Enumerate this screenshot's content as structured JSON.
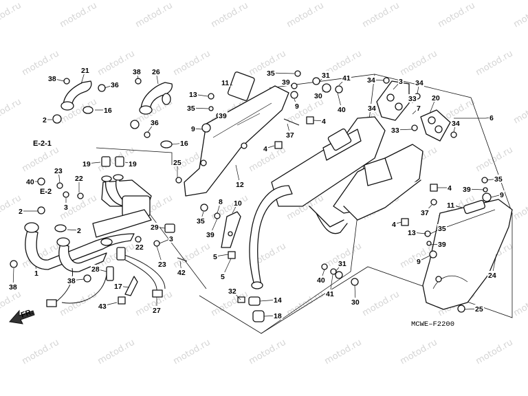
{
  "watermark": "motod.ru",
  "diagram_code": "MCWE–F2200",
  "front_label": "FR.",
  "refs": [
    "E-2-1",
    "E-2"
  ],
  "callouts": [
    {
      "id": "c-38a",
      "text": "38"
    },
    {
      "id": "c-21",
      "text": "21"
    },
    {
      "id": "c-36a",
      "text": "36"
    },
    {
      "id": "c-16a",
      "text": "16"
    },
    {
      "id": "c-2a",
      "text": "2"
    },
    {
      "id": "c-38b",
      "text": "38"
    },
    {
      "id": "c-26",
      "text": "26"
    },
    {
      "id": "c-36b",
      "text": "36"
    },
    {
      "id": "c-16b",
      "text": "16"
    },
    {
      "id": "c-19a",
      "text": "19"
    },
    {
      "id": "c-19b",
      "text": "19"
    },
    {
      "id": "c-25a",
      "text": "25"
    },
    {
      "id": "c-11a",
      "text": "11"
    },
    {
      "id": "c-13a",
      "text": "13"
    },
    {
      "id": "c-35a",
      "text": "35"
    },
    {
      "id": "c-39a",
      "text": "39"
    },
    {
      "id": "c-9a",
      "text": "9"
    },
    {
      "id": "c-35b",
      "text": "35"
    },
    {
      "id": "c-39b",
      "text": "39"
    },
    {
      "id": "c-9b",
      "text": "9"
    },
    {
      "id": "c-31a",
      "text": "31"
    },
    {
      "id": "c-41a",
      "text": "41"
    },
    {
      "id": "c-30a",
      "text": "30"
    },
    {
      "id": "c-40a",
      "text": "40"
    },
    {
      "id": "c-4a",
      "text": "4"
    },
    {
      "id": "c-37a",
      "text": "37"
    },
    {
      "id": "c-4b",
      "text": "4"
    },
    {
      "id": "c-12",
      "text": "12"
    },
    {
      "id": "c-34a",
      "text": "34"
    },
    {
      "id": "c-3a",
      "text": "3"
    },
    {
      "id": "c-34b",
      "text": "34"
    },
    {
      "id": "c-33a",
      "text": "33"
    },
    {
      "id": "c-7",
      "text": "7"
    },
    {
      "id": "c-20",
      "text": "20"
    },
    {
      "id": "c-34c",
      "text": "34"
    },
    {
      "id": "c-33b",
      "text": "33"
    },
    {
      "id": "c-34d",
      "text": "34"
    },
    {
      "id": "c-6",
      "text": "6"
    },
    {
      "id": "c-40b",
      "text": "40"
    },
    {
      "id": "c-23a",
      "text": "23"
    },
    {
      "id": "c-22a",
      "text": "22"
    },
    {
      "id": "c-3b",
      "text": "3"
    },
    {
      "id": "c-2b",
      "text": "2"
    },
    {
      "id": "c-2c",
      "text": "2"
    },
    {
      "id": "c-29",
      "text": "29"
    },
    {
      "id": "c-22b",
      "text": "22"
    },
    {
      "id": "c-3c",
      "text": "3"
    },
    {
      "id": "c-23b",
      "text": "23"
    },
    {
      "id": "c-1",
      "text": "1"
    },
    {
      "id": "c-38c",
      "text": "38"
    },
    {
      "id": "c-38d",
      "text": "38"
    },
    {
      "id": "c-28",
      "text": "28"
    },
    {
      "id": "c-17",
      "text": "17"
    },
    {
      "id": "c-43",
      "text": "43"
    },
    {
      "id": "c-27",
      "text": "27"
    },
    {
      "id": "c-42",
      "text": "42"
    },
    {
      "id": "c-35c",
      "text": "35"
    },
    {
      "id": "c-8",
      "text": "8"
    },
    {
      "id": "c-10",
      "text": "10"
    },
    {
      "id": "c-39c",
      "text": "39"
    },
    {
      "id": "c-5a",
      "text": "5"
    },
    {
      "id": "c-5b",
      "text": "5"
    },
    {
      "id": "c-32",
      "text": "32"
    },
    {
      "id": "c-14",
      "text": "14"
    },
    {
      "id": "c-18",
      "text": "18"
    },
    {
      "id": "c-31b",
      "text": "31"
    },
    {
      "id": "c-40c",
      "text": "40"
    },
    {
      "id": "c-41b",
      "text": "41"
    },
    {
      "id": "c-30b",
      "text": "30"
    },
    {
      "id": "c-4c",
      "text": "4"
    },
    {
      "id": "c-37b",
      "text": "37"
    },
    {
      "id": "c-4d",
      "text": "4"
    },
    {
      "id": "c-35d",
      "text": "35"
    },
    {
      "id": "c-39d",
      "text": "39"
    },
    {
      "id": "c-9c",
      "text": "9"
    },
    {
      "id": "c-11b",
      "text": "11"
    },
    {
      "id": "c-13b",
      "text": "13"
    },
    {
      "id": "c-35e",
      "text": "35"
    },
    {
      "id": "c-39e",
      "text": "39"
    },
    {
      "id": "c-9d",
      "text": "9"
    },
    {
      "id": "c-24",
      "text": "24"
    },
    {
      "id": "c-25b",
      "text": "25"
    }
  ]
}
